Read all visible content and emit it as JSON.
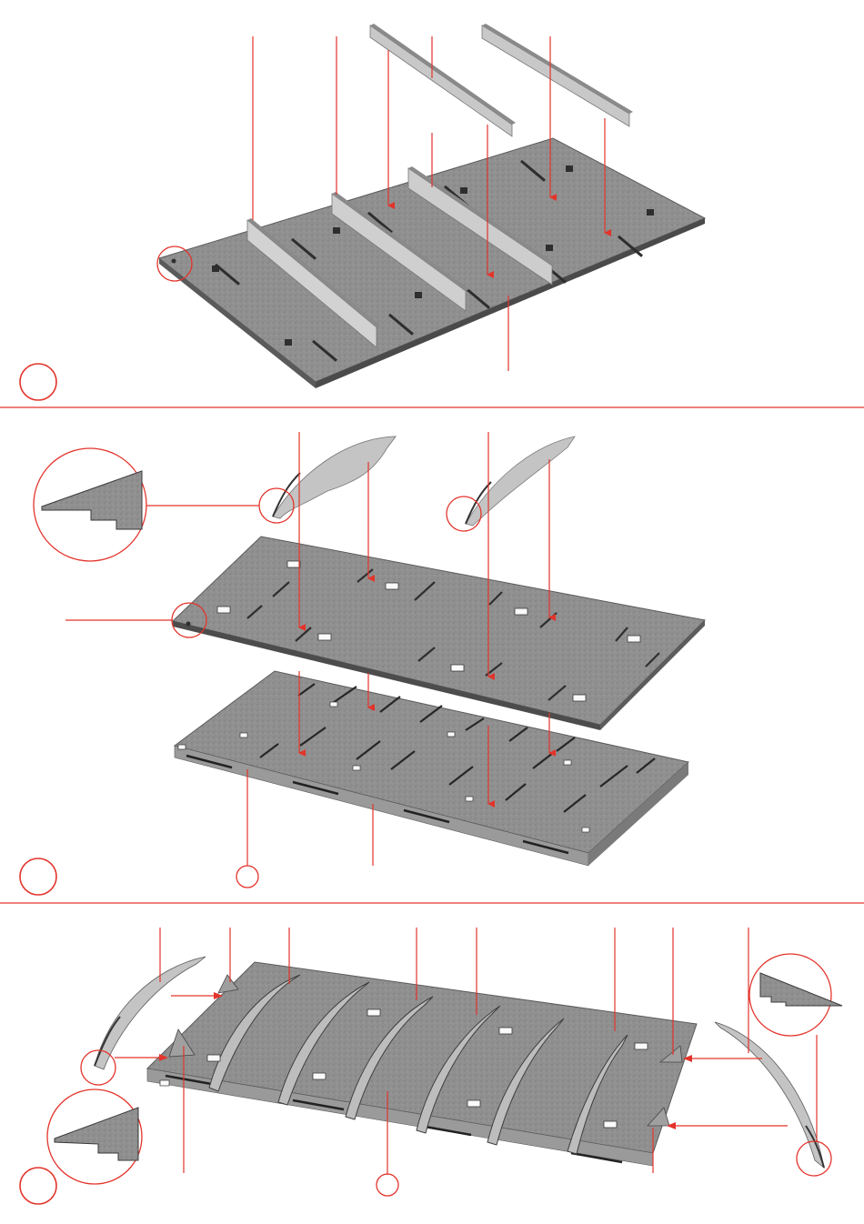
{
  "colors": {
    "accent": "#e3342b",
    "board": "#8e8e8e",
    "board_light": "#a9a9a9",
    "board_dark": "#5f5f5f",
    "edge": "#3f3f3f",
    "part_light": "#c9c9c9",
    "part_mid": "#a7a7a7",
    "background": "#ffffff"
  },
  "steps": [
    {
      "id": "step-1",
      "number": "",
      "parts": [
        "base-plate",
        "straight-wall",
        "straight-wall",
        "straight-wall",
        "straight-wall"
      ],
      "callout_labels": []
    },
    {
      "id": "step-2",
      "number": "",
      "parts": [
        "curved-rib",
        "curved-rib",
        "top-plate",
        "frame-plate"
      ],
      "callout_labels": []
    },
    {
      "id": "step-3",
      "number": "",
      "parts": [
        "curved-rib",
        "curved-rib",
        "corner-bracket",
        "corner-bracket",
        "corner-bracket",
        "corner-bracket"
      ],
      "callout_labels": []
    }
  ]
}
